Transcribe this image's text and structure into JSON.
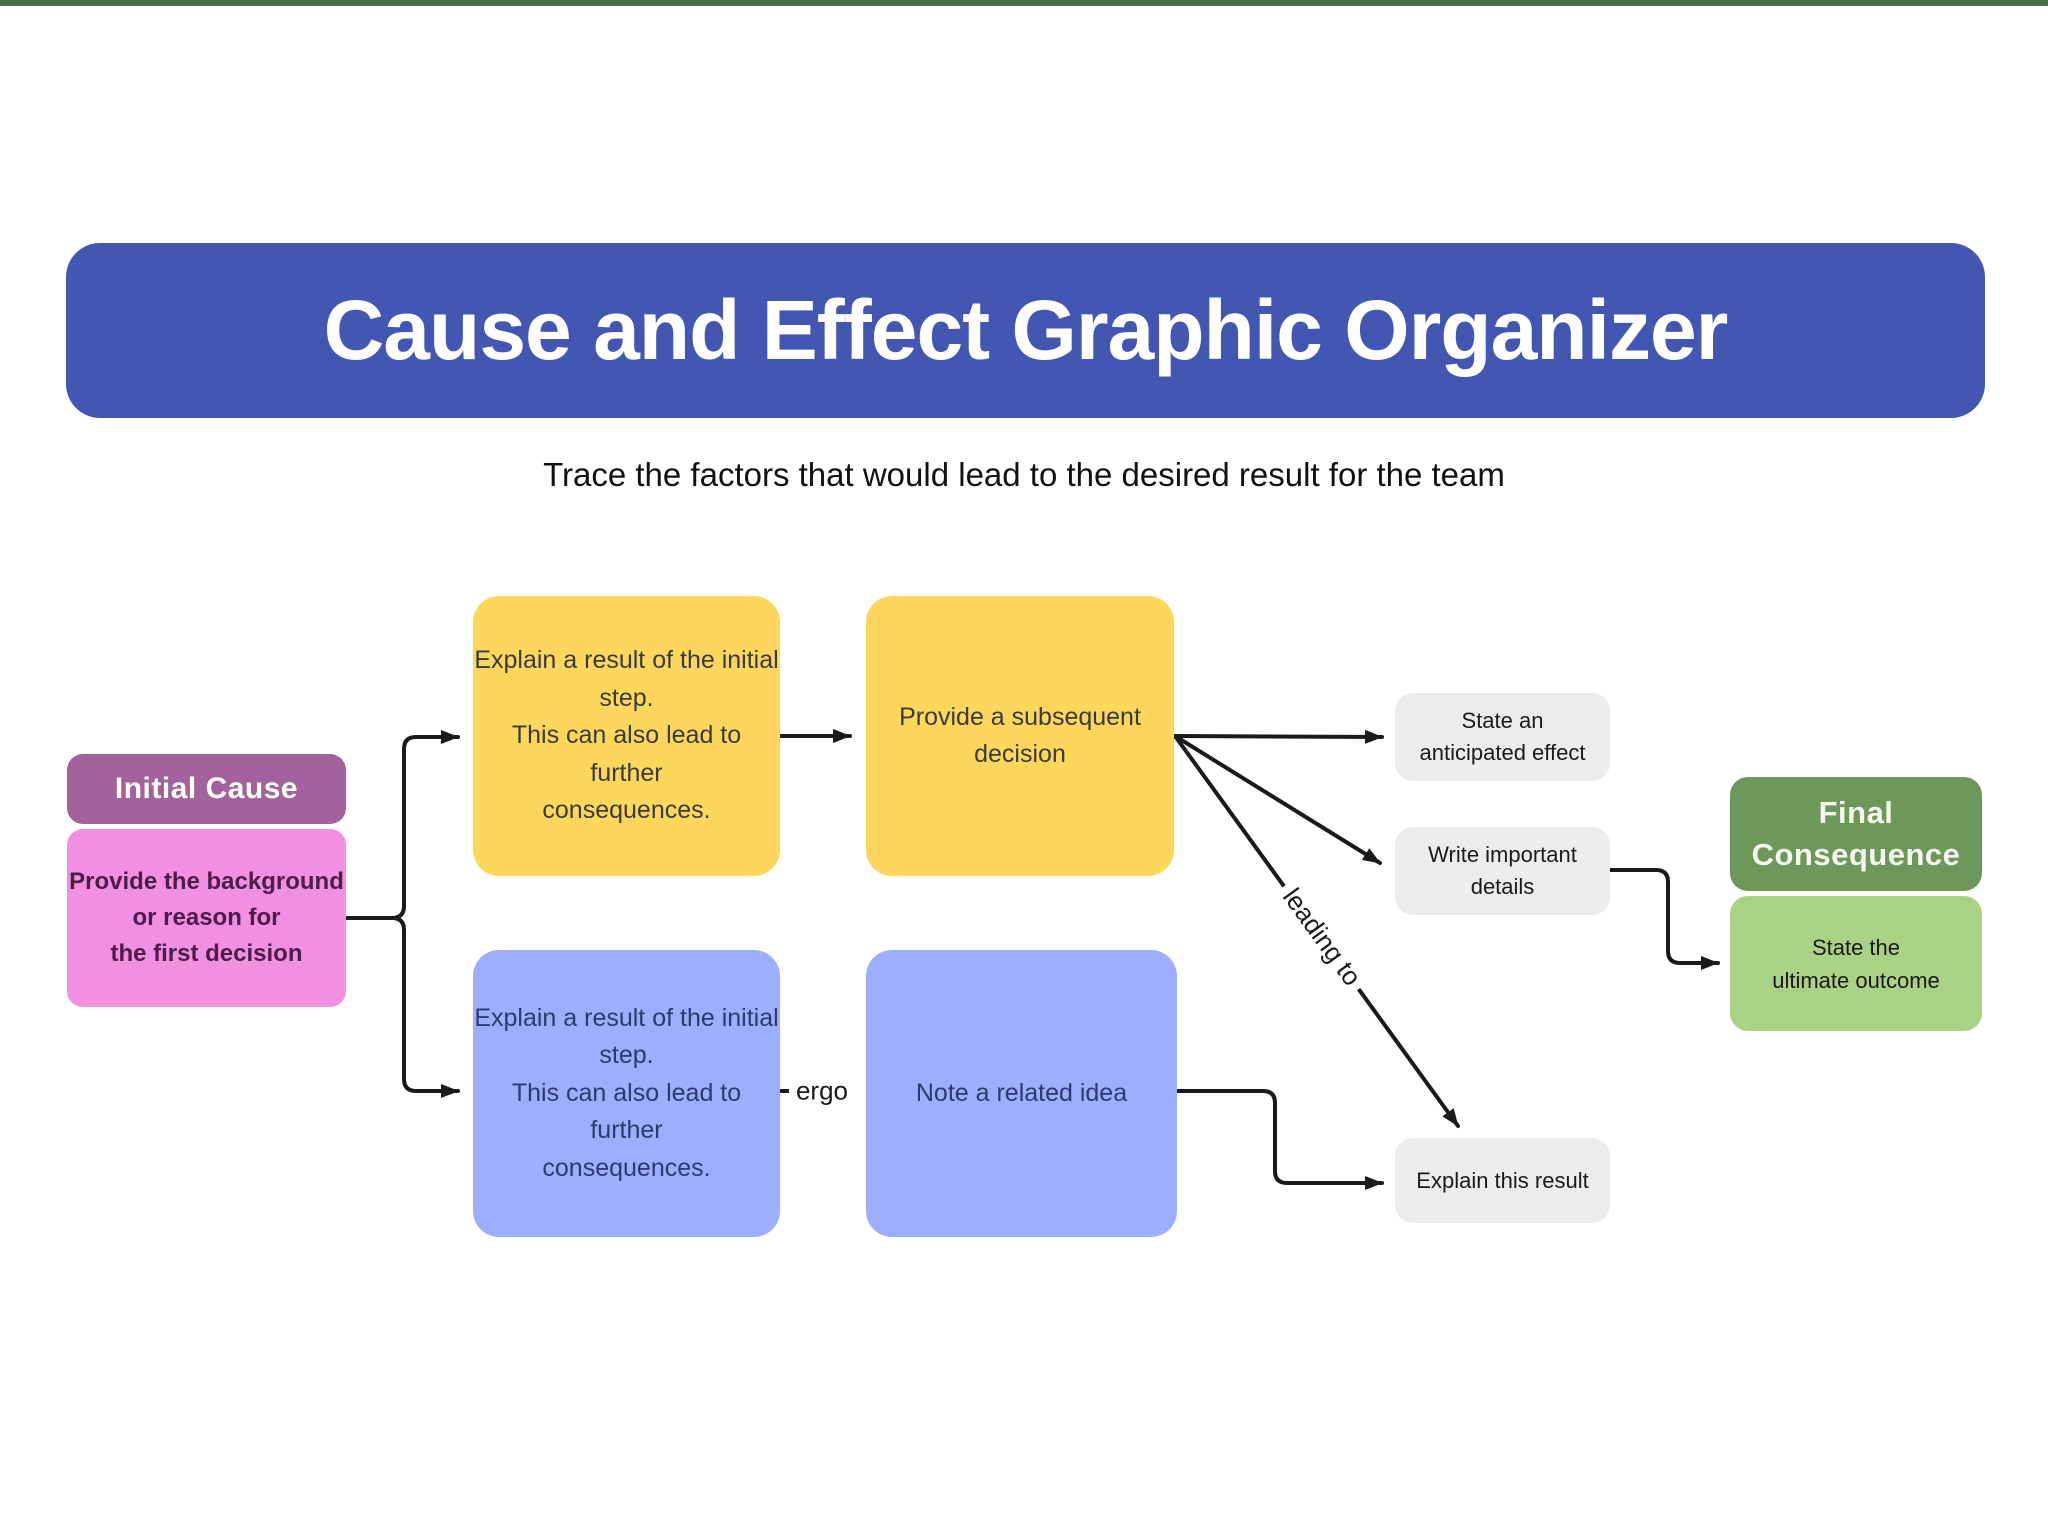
{
  "page": {
    "title": "Cause and Effect Graphic Organizer",
    "subtitle": "Trace the factors that would lead to the desired result for the team"
  },
  "colors": {
    "top_strip": "#4a6b4e",
    "banner": "#4357b2",
    "initial_cause_header": "#a4629c",
    "initial_cause_body": "#f18fe0",
    "effect_yellow": "#fdd75c",
    "effect_blue": "#9caefc",
    "note_gray": "#ececec",
    "final_header": "#6e985a",
    "final_body": "#a9d284",
    "connector": "#1a1a1a"
  },
  "nodes": {
    "initial_cause_header": "Initial Cause",
    "initial_cause_body": "Provide the background\nor reason for\nthe first decision",
    "yellow_result": "Explain a result of the initial step.\nThis can also lead to further\nconsequences.",
    "yellow_decision": "Provide a subsequent decision",
    "blue_result": "Explain a result of the initial step.\nThis can also lead to further\nconsequences.",
    "blue_note": "Note a related idea",
    "gray_anticipated_effect": "State an\nanticipated effect",
    "gray_important_details": "Write important details",
    "gray_explain_result": "Explain this result",
    "final_header": "Final\nConsequence",
    "final_body": "State the\nultimate outcome"
  },
  "edge_labels": {
    "ergo": "ergo",
    "leading_to": "leading to"
  }
}
